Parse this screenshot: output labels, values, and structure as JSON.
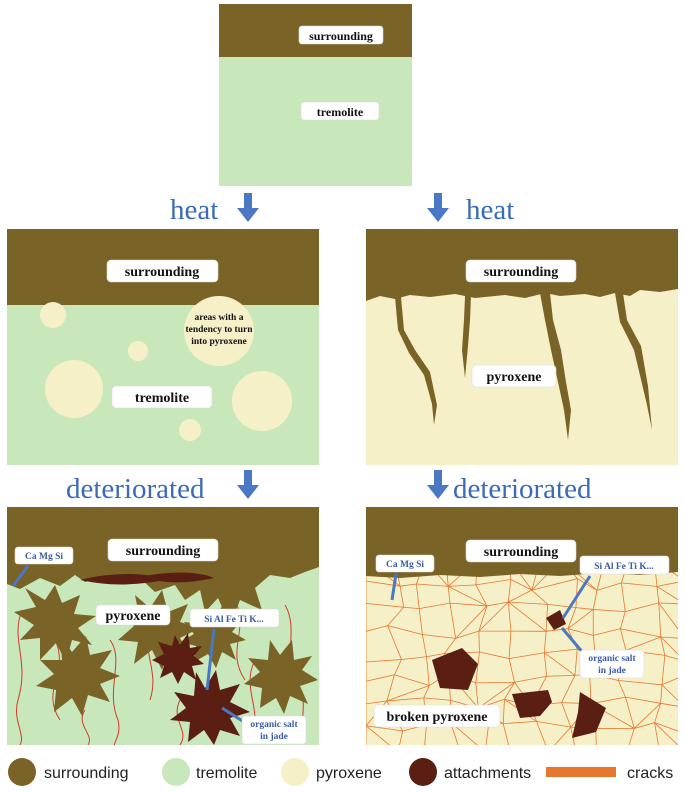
{
  "labels": {
    "surrounding": "surrounding",
    "tremolite": "tremolite",
    "pyroxene": "pyroxene",
    "broken_pyroxene": "broken pyroxene",
    "tendency_line1": "areas with a",
    "tendency_line2": "tendency to turn",
    "tendency_line3": "into pyroxene",
    "elements_left": "Ca  Mg  Si",
    "elements_right": "Si  Al  Fe  Ti  K...",
    "organic_line1": "organic salt",
    "organic_line2": "in jade"
  },
  "arrows": {
    "heat": "heat",
    "deteriorated": "deteriorated"
  },
  "legend": [
    {
      "label": "surrounding",
      "color": "#7a6326"
    },
    {
      "label": "tremolite",
      "color": "#c8e8bc"
    },
    {
      "label": "pyroxene",
      "color": "#f5f0c8"
    },
    {
      "label": "attachments",
      "color": "#5a1f12"
    },
    {
      "label": "cracks",
      "color": "#e8772e"
    }
  ],
  "colors": {
    "surrounding": "#7a6326",
    "tremolite": "#c8e8bc",
    "pyroxene": "#f5f0c8",
    "attachment": "#5a1f12",
    "crack": "#e8772e",
    "arrow": "#4a78c4",
    "thread": "#d43a2a"
  }
}
